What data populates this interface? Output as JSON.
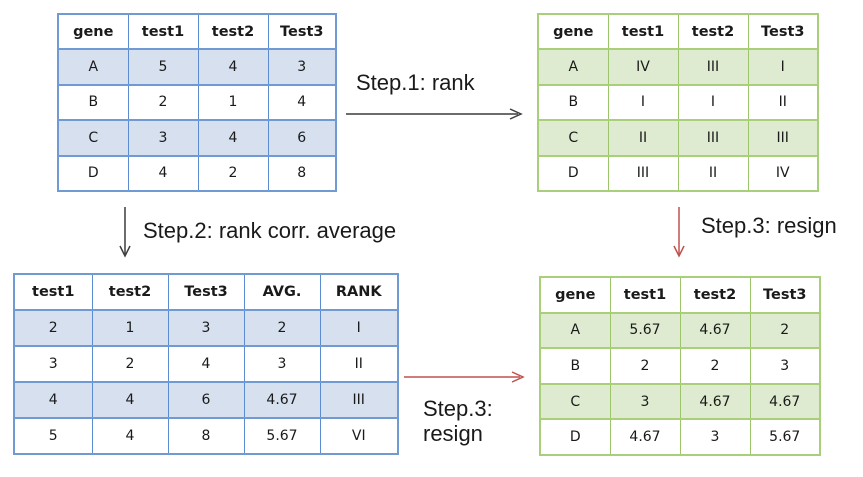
{
  "top_left_table": {
    "headers": [
      "gene",
      "test1",
      "test2",
      "Test3"
    ],
    "rows": [
      [
        "A",
        "5",
        "4",
        "3"
      ],
      [
        "B",
        "2",
        "1",
        "4"
      ],
      [
        "C",
        "3",
        "4",
        "6"
      ],
      [
        "D",
        "4",
        "2",
        "8"
      ]
    ]
  },
  "top_right_table": {
    "headers": [
      "gene",
      "test1",
      "test2",
      "Test3"
    ],
    "rows": [
      [
        "A",
        "IV",
        "III",
        "I"
      ],
      [
        "B",
        "I",
        "I",
        "II"
      ],
      [
        "C",
        "II",
        "III",
        "III"
      ],
      [
        "D",
        "III",
        "II",
        "IV"
      ]
    ]
  },
  "bottom_left_table": {
    "headers": [
      "test1",
      "test2",
      "Test3",
      "AVG.",
      "RANK"
    ],
    "rows": [
      [
        "2",
        "1",
        "3",
        "2",
        "I"
      ],
      [
        "3",
        "2",
        "4",
        "3",
        "II"
      ],
      [
        "4",
        "4",
        "6",
        "4.67",
        "III"
      ],
      [
        "5",
        "4",
        "8",
        "5.67",
        "VI"
      ]
    ]
  },
  "bottom_right_table": {
    "headers": [
      "gene",
      "test1",
      "test2",
      "Test3"
    ],
    "rows": [
      [
        "A",
        "5.67",
        "4.67",
        "2"
      ],
      [
        "B",
        "2",
        "2",
        "3"
      ],
      [
        "C",
        "3",
        "4.67",
        "4.67"
      ],
      [
        "D",
        "4.67",
        "3",
        "5.67"
      ]
    ]
  },
  "labels": {
    "step1": "Step.1: rank",
    "step2": "Step.2: rank corr. average",
    "step3_right": "Step.3: resign",
    "step3_bottom_line1": "Step.3:",
    "step3_bottom_line2": "resign"
  },
  "colors": {
    "blue_border": "#6f9ad3",
    "blue_band": "#d6e0ef",
    "green_border": "#a9cf7a",
    "green_band": "#dfebd0",
    "red_arrow": "#c0504d",
    "dark_arrow": "#3c3c3c"
  }
}
